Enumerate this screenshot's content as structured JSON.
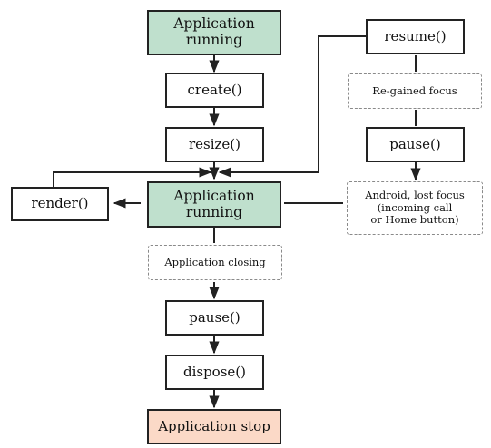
{
  "nodes": {
    "app_running_top": "Application\nrunning",
    "create": "create()",
    "resize": "resize()",
    "app_running_mid": "Application\nrunning",
    "render": "render()",
    "app_closing": "Application closing",
    "pause_main": "pause()",
    "dispose": "dispose()",
    "app_stop": "Application stop",
    "resume": "resume()",
    "regained_focus": "Re-gained focus",
    "pause_side": "pause()",
    "android_lost_focus": "Android, lost focus\n(incoming call\nor Home button)"
  },
  "colors": {
    "running_fill": "#bfe0cd",
    "stop_fill": "#fbd9c7",
    "line": "#222222",
    "dashed_border": "#8a8a8a"
  }
}
